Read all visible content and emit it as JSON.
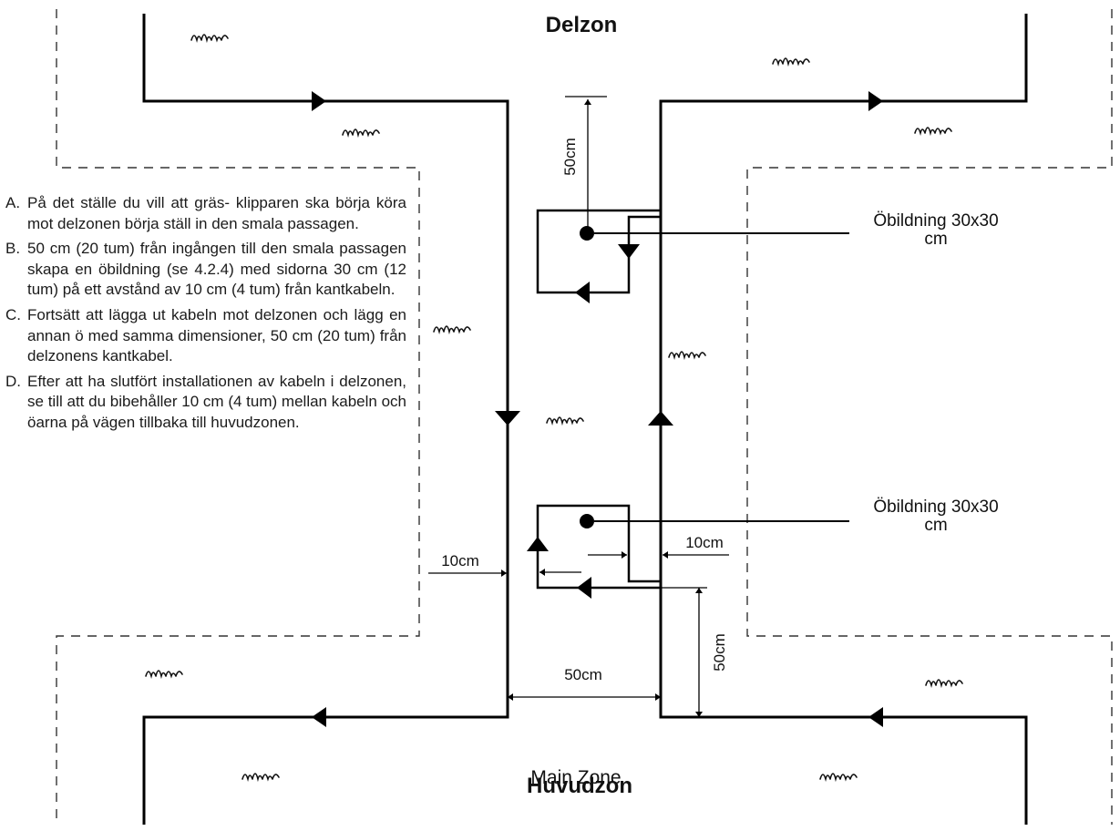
{
  "zones": {
    "sub_zone": "Delzon",
    "main_zone": "Huvudzon",
    "main_zone_overlay": "Main Zone"
  },
  "instructions": [
    {
      "letter": "A.",
      "text": "På det ställe du vill att gräs- klipparen ska börja köra mot delzonen börja ställ in den smala passagen."
    },
    {
      "letter": "B.",
      "text": "50 cm (20 tum) från ingången till den smala passagen skapa en öbildning (se 4.2.4) med sidorna 30 cm (12 tum) på ett avstånd av 10 cm (4 tum) från kantkabeln."
    },
    {
      "letter": "C.",
      "text": "Fortsätt att lägga ut kabeln mot delzonen och lägg en annan ö med samma dimensioner, 50 cm (20 tum) från delzonens kantkabel."
    },
    {
      "letter": "D.",
      "text": "Efter att ha slutfört installationen av kabeln i delzonen, se till att du bibehåller 10 cm (4 tum) mellan kabeln och öarna på vägen tillbaka till huvudzonen."
    }
  ],
  "callouts": {
    "island_top": [
      "Öbildning 30x30",
      "cm"
    ],
    "island_bottom": [
      "Öbildning 30x30",
      "cm"
    ]
  },
  "dimensions": {
    "top_vertical": "50cm",
    "bottom_vertical": "50cm",
    "passage_width": "50cm",
    "gap_left": "10cm",
    "gap_right": "10cm"
  },
  "icons": {
    "grass": "grass-tuft-icon",
    "arrow": "direction-arrow-icon"
  }
}
